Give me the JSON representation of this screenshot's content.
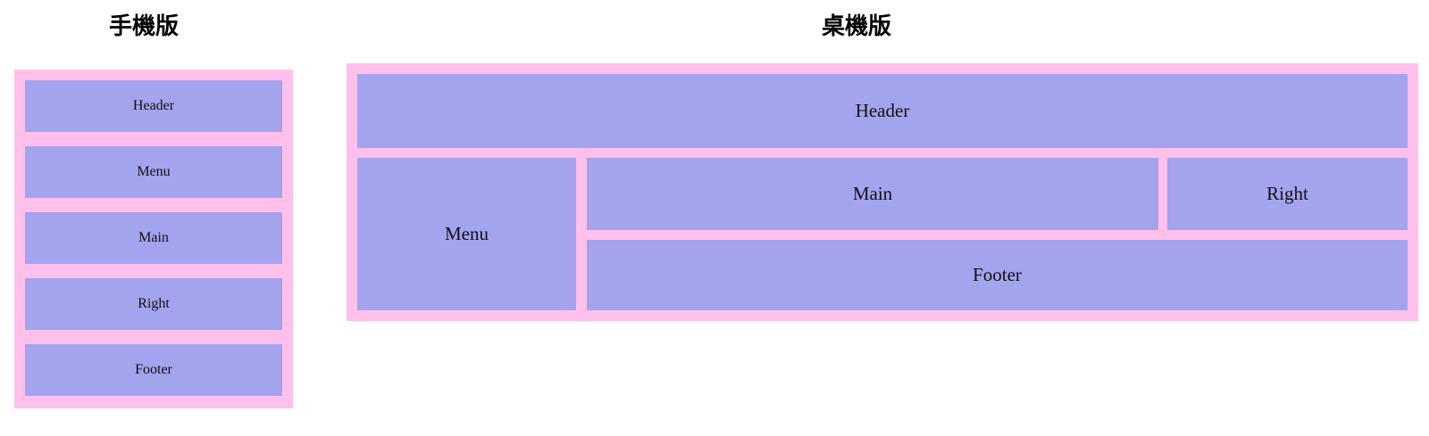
{
  "page": {
    "background_color": "#ffffff",
    "accent_border_color": "#ffc0ec",
    "block_fill_color": "#a3a3ee",
    "text_color": "#111111"
  },
  "sections": {
    "mobile": {
      "title": "手機版",
      "blocks": [
        {
          "label": "Header"
        },
        {
          "label": "Menu"
        },
        {
          "label": "Main"
        },
        {
          "label": "Right"
        },
        {
          "label": "Footer"
        }
      ]
    },
    "desktop": {
      "title": "桌機版",
      "blocks": [
        {
          "label": "Header"
        },
        {
          "label": "Menu"
        },
        {
          "label": "Main"
        },
        {
          "label": "Right"
        },
        {
          "label": "Footer"
        }
      ]
    }
  }
}
